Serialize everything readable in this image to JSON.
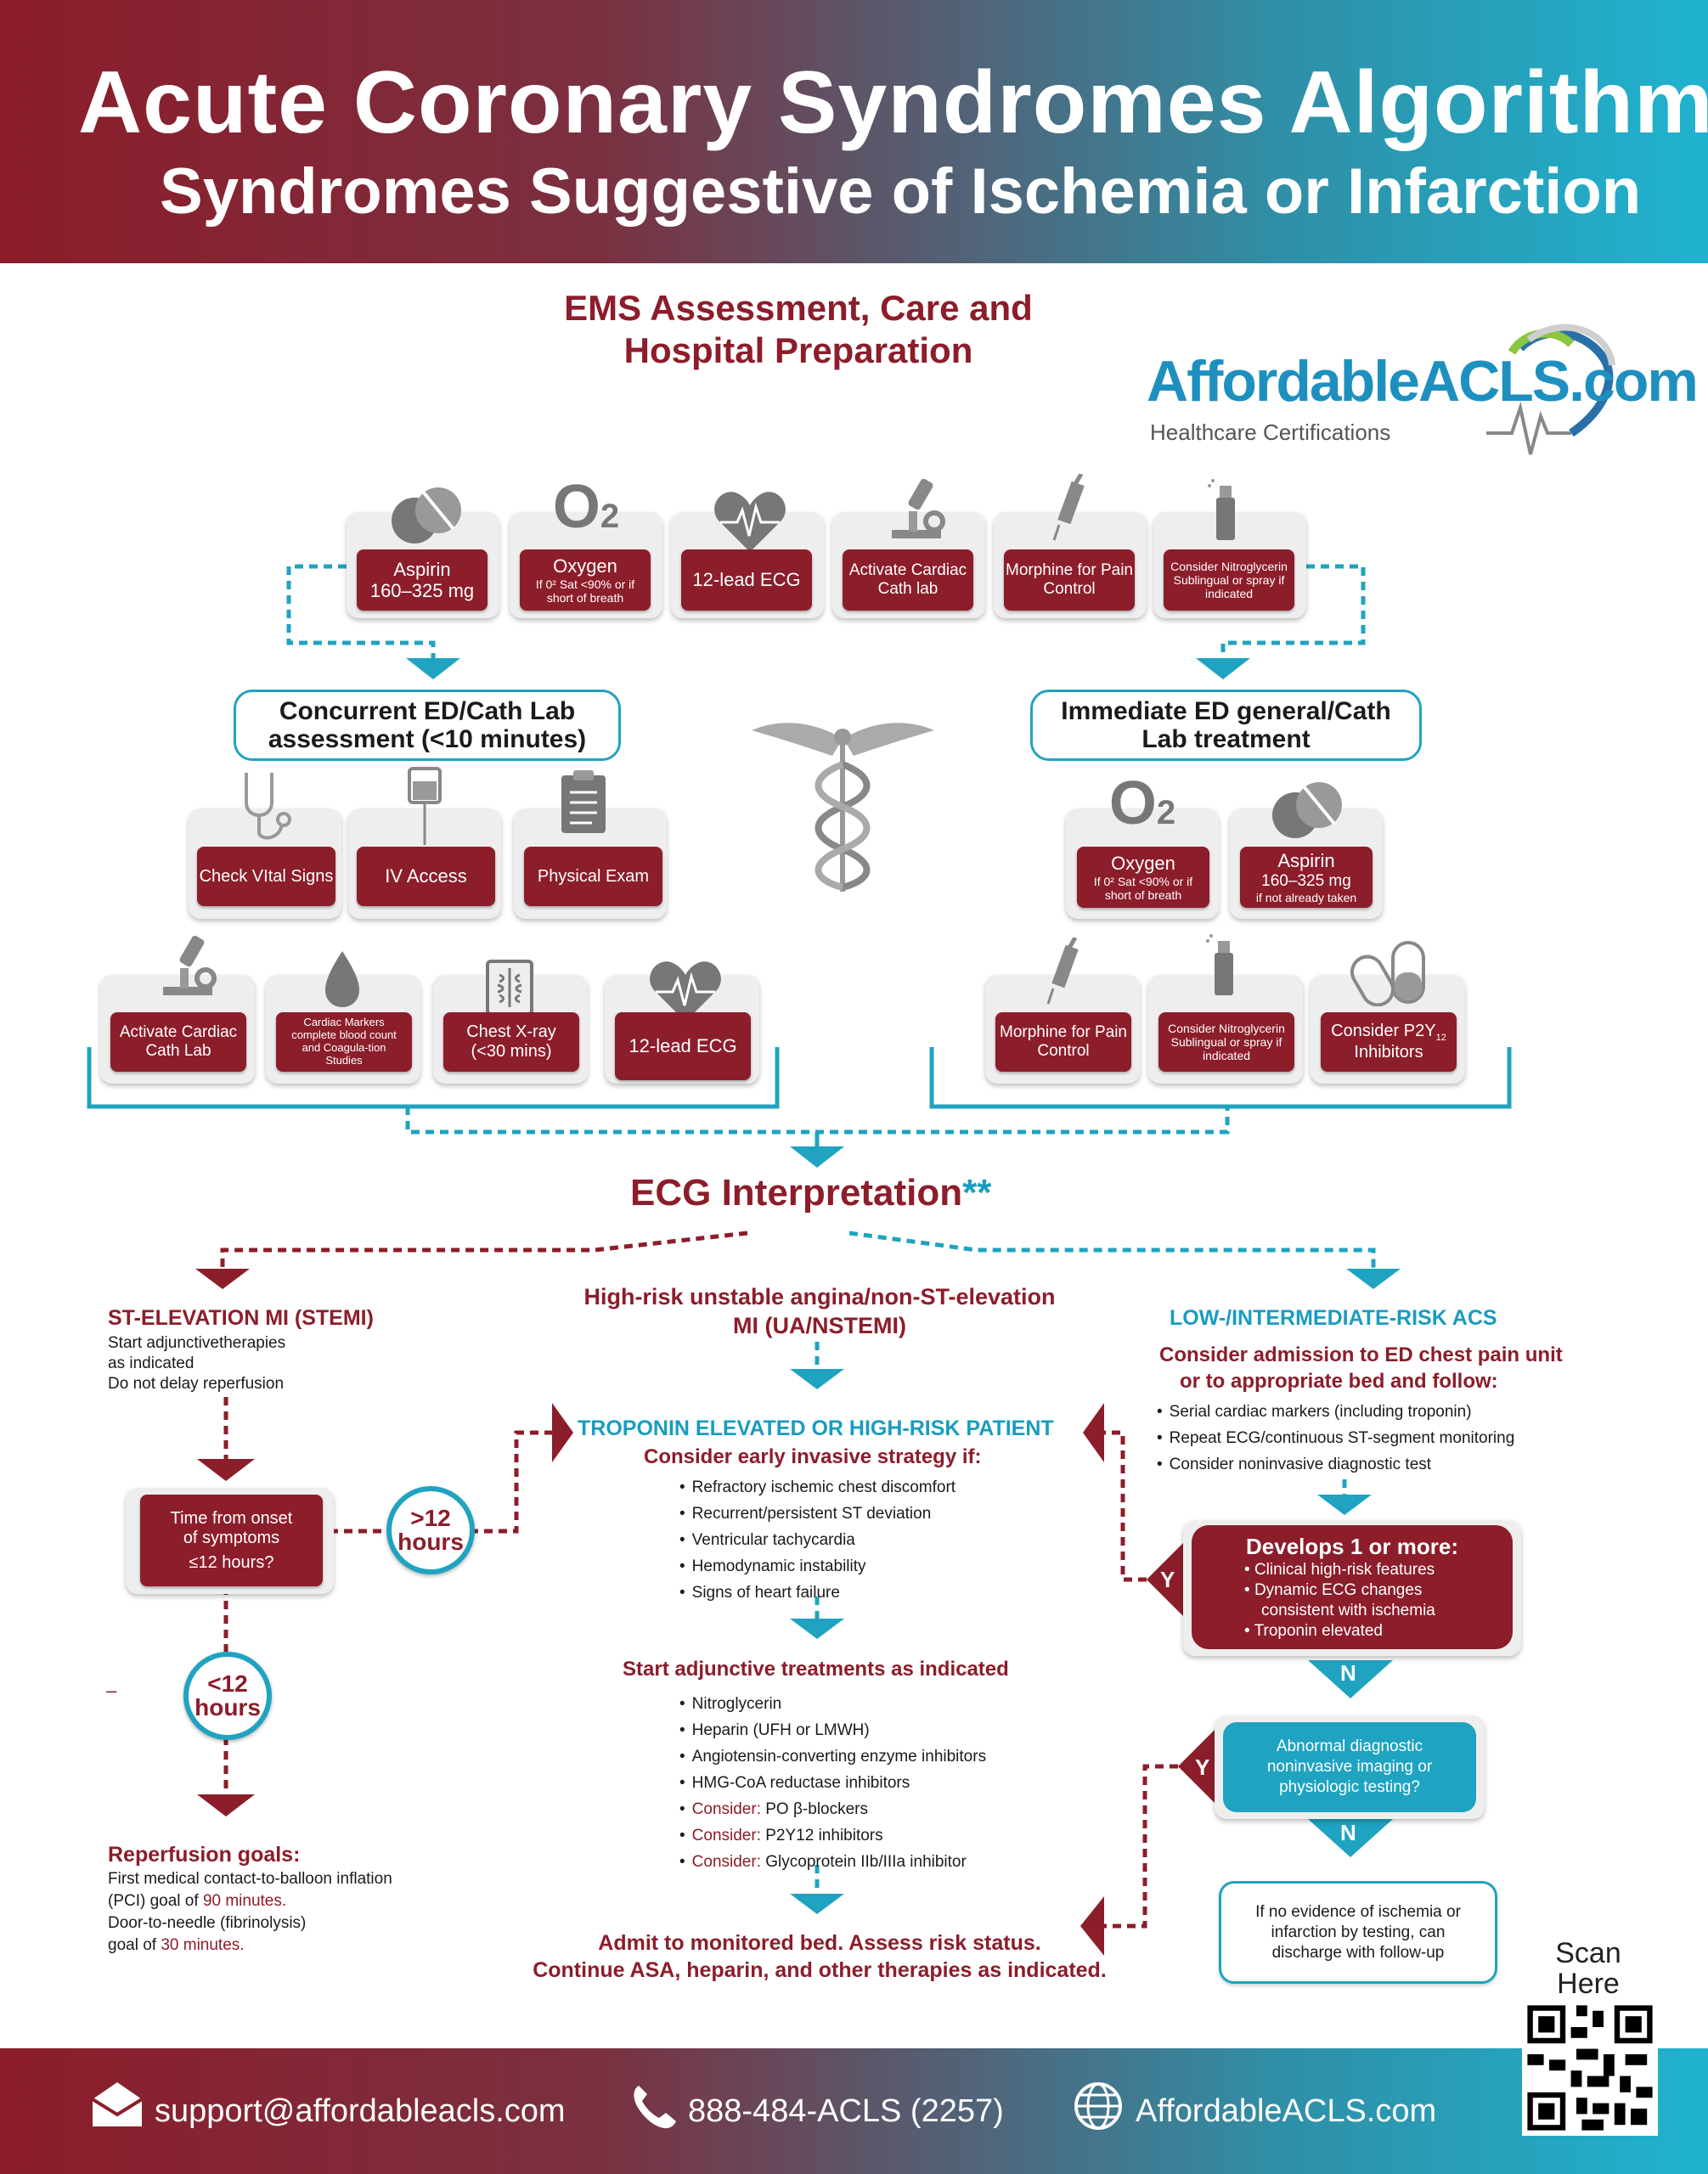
{
  "header": {
    "title": "Acute Coronary Syndromes Algorithm",
    "subtitle": "Syndromes Suggestive of Ischemia or Infarction"
  },
  "ems": {
    "title_line1": "EMS Assessment, Care and",
    "title_line2": "Hospital Preparation",
    "items": [
      {
        "label": "Aspirin",
        "sub": "160–325 mg",
        "icon": "pills-icon"
      },
      {
        "label": "Oxygen",
        "sub": "If 0² Sat <90% or if short of breath",
        "icon": "oxygen-icon"
      },
      {
        "label": "12-lead ECG",
        "sub": "",
        "icon": "heart-ecg-icon"
      },
      {
        "label": "Activate Cardiac Cath lab",
        "sub": "",
        "icon": "microscope-icon"
      },
      {
        "label": "Morphine for Pain Control",
        "sub": "",
        "icon": "syringe-icon"
      },
      {
        "label": "Consider Nitroglycerin Sublingual or spray if indicated",
        "sub": "",
        "icon": "spray-icon"
      }
    ]
  },
  "logo": {
    "name": "AffordableACLS.com",
    "tagline": "Healthcare Certifications"
  },
  "left_branch": {
    "title": "Concurrent ED/Cath Lab assessment (<10 minutes)",
    "row1": [
      {
        "label": "Check VItal Signs",
        "icon": "stethoscope-icon"
      },
      {
        "label": "IV Access",
        "icon": "iv-bag-icon"
      },
      {
        "label": "Physical Exam",
        "icon": "clipboard-icon"
      }
    ],
    "row2": [
      {
        "label": "Activate Cardiac Cath Lab",
        "icon": "microscope-icon"
      },
      {
        "label": "Cardiac Markers complete blood count and Coagula-tion Studies",
        "icon": "blood-drop-icon"
      },
      {
        "label": "Chest X-ray (<30 mins)",
        "icon": "xray-icon"
      },
      {
        "label": "12-lead ECG",
        "icon": "heart-ecg-icon"
      }
    ]
  },
  "right_branch": {
    "title": "Immediate ED general/Cath Lab treatment",
    "row1": [
      {
        "label": "Oxygen",
        "sub": "If 0² Sat <90% or if short of breath",
        "icon": "oxygen-icon"
      },
      {
        "label": "Aspirin",
        "sub": "160–325 mg",
        "sub2": "if not already taken",
        "icon": "pills-icon"
      }
    ],
    "row2": [
      {
        "label": "Morphine for Pain Control",
        "icon": "syringe-icon"
      },
      {
        "label": "Consider Nitroglycerin Sublingual or spray if indicated",
        "icon": "spray-icon"
      },
      {
        "label": "Consider P2Y",
        "sub": "12",
        "label2": "Inhibitors",
        "icon": "capsule-icon"
      }
    ]
  },
  "ecg": {
    "title": "ECG Interpretation",
    "stars": "**"
  },
  "stemi": {
    "title": "ST-ELEVATION MI (STEMI)",
    "lines": [
      "Start adjunctivetherapies",
      "as indicated",
      "Do not delay reperfusion"
    ],
    "time_box": [
      "Time from onset",
      "of symptoms",
      "≤12 hours?"
    ],
    "gt12": [
      ">12",
      "hours"
    ],
    "lt12": [
      "<12",
      "hours"
    ],
    "dash": "–",
    "reperfusion_title": "Reperfusion goals:",
    "reperfusion_lines": [
      "First medical contact-to-balloon inflation",
      "(PCI)  goal of ",
      "90 minutes.",
      "Door-to-needle (fibrinolysis)",
      "goal of ",
      "30 minutes."
    ]
  },
  "nstemi": {
    "title_line1": "High-risk unstable angina/non-ST-elevation",
    "title_line2": "MI (UA/NSTEMI)",
    "troponin_title": "TROPONIN ELEVATED OR HIGH-RISK PATIENT",
    "invasive_title": "Consider early invasive strategy if:",
    "invasive_items": [
      "Refractory ischemic chest discomfort",
      "Recurrent/persistent ST deviation",
      "Ventricular tachycardia",
      "Hemodynamic instability",
      "Signs of heart failure"
    ],
    "adjunctive_title": "Start adjunctive treatments as indicated",
    "adjunctive_items": [
      {
        "prefix": "",
        "text": "Nitroglycerin"
      },
      {
        "prefix": "",
        "text": "Heparin (UFH or LMWH)"
      },
      {
        "prefix": "",
        "text": "Angiotensin-converting enzyme inhibitors"
      },
      {
        "prefix": "",
        "text": "HMG-CoA reductase inhibitors"
      },
      {
        "prefix": "Consider:",
        "text": " PO β-blockers"
      },
      {
        "prefix": "Consider:",
        "text": " P2Y12  inhibitors"
      },
      {
        "prefix": "Consider:",
        "text": " Glycoprotein IIb/IIIa inhibitor"
      }
    ],
    "admit_line1": "Admit to monitored bed. Assess risk status.",
    "admit_line2": "Continue ASA, heparin, and other therapies as indicated."
  },
  "low_risk": {
    "title": "LOW-/INTERMEDIATE-RISK ACS",
    "consider_line1": "Consider admission to ED chest pain unit",
    "consider_line2": "or to appropriate bed and follow:",
    "items": [
      "Serial cardiac markers (including troponin)",
      "Repeat ECG/continuous ST-segment monitoring",
      "Consider noninvasive diagnostic test"
    ],
    "develops_title": "Develops 1 or more:",
    "develops_items": [
      "Clinical high-risk features",
      "Dynamic ECG changes",
      "consistent with ischemia",
      "Troponin elevated"
    ],
    "y1": "Y",
    "n1": "N",
    "abnormal": [
      "Abnormal diagnostic",
      "noninvasive imaging or",
      "physiologic testing?"
    ],
    "y2": "Y",
    "n2": "N",
    "discharge": [
      "If no evidence of ischemia or",
      "infarction by testing, can",
      "discharge with follow-up"
    ]
  },
  "qr": {
    "scan_line1": "Scan",
    "scan_line2": "Here"
  },
  "footer": {
    "email": "support@affordableacls.com",
    "phone": "888-484-ACLS (2257)",
    "website": "AffordableACLS.com"
  },
  "colors": {
    "brand_red": "#8c1d2a",
    "brand_teal": "#1fa3c0"
  }
}
